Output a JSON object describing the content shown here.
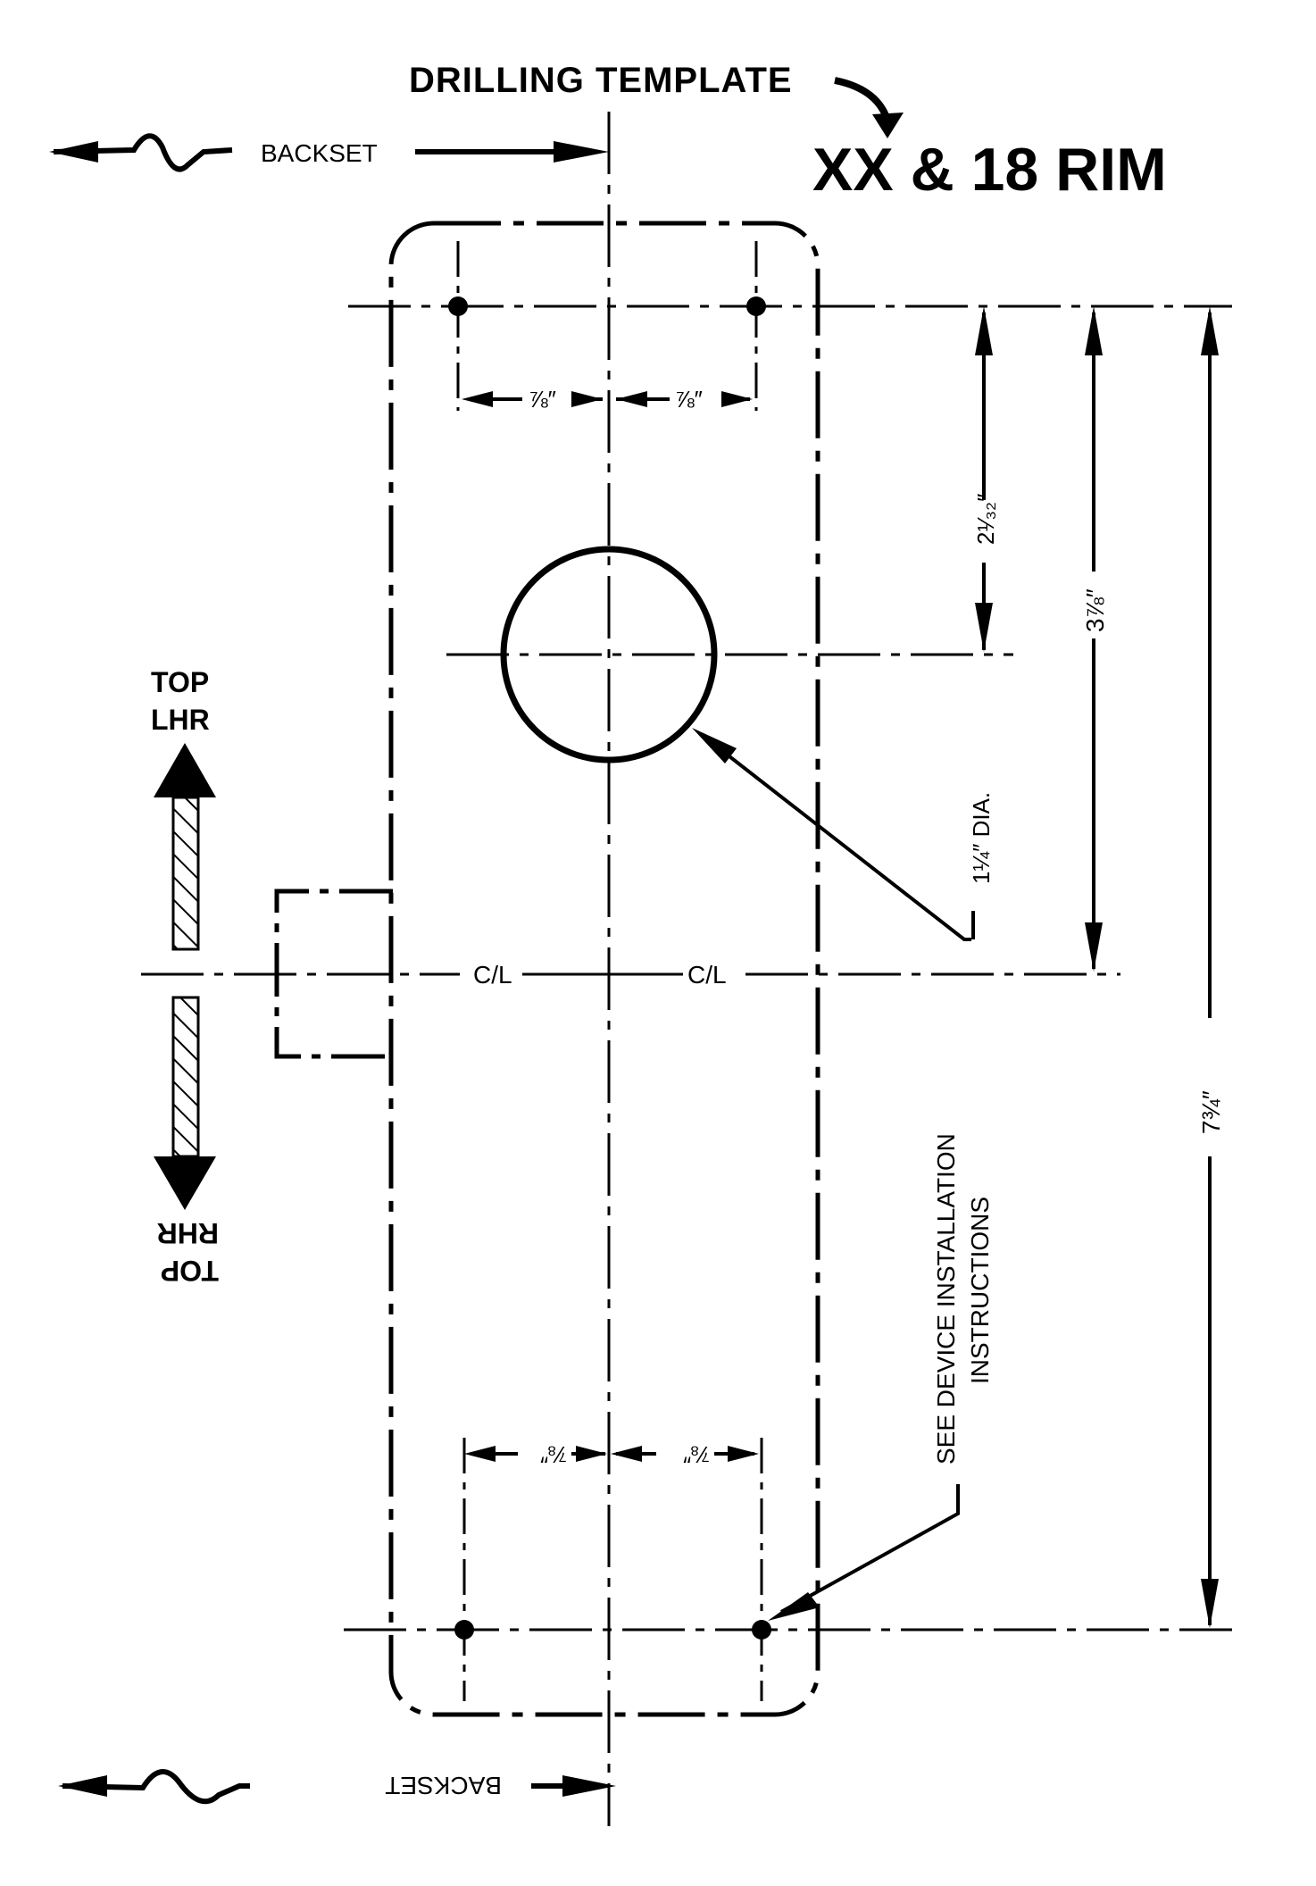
{
  "header": {
    "subtitle": "DRILLING TEMPLATE",
    "title": "XX & 18 RIM"
  },
  "backset": {
    "top_label": "BACKSET",
    "bottom_label": "BACKSET"
  },
  "orientation": {
    "top_lhr": [
      "TOP",
      "LHR"
    ],
    "top_rhr": [
      "TOP",
      "RHR"
    ]
  },
  "centerline": {
    "left_label": "C/L",
    "right_label": "C/L"
  },
  "dimensions": {
    "top_left_offset": "⅞″",
    "top_right_offset": "⅞″",
    "bottom_left_offset": "⅞″",
    "bottom_right_offset": "⅞″",
    "top_holes_to_center": "2¹⁄₃₂″",
    "top_holes_to_cl": "3⅞″",
    "overall": "7¾″",
    "hole_diameter": "1¼″ DIA."
  },
  "notes": {
    "install": [
      "SEE DEVICE INSTALLATION",
      "INSTRUCTIONS"
    ]
  },
  "colors": {
    "ink": "#000000",
    "paper": "#ffffff"
  }
}
